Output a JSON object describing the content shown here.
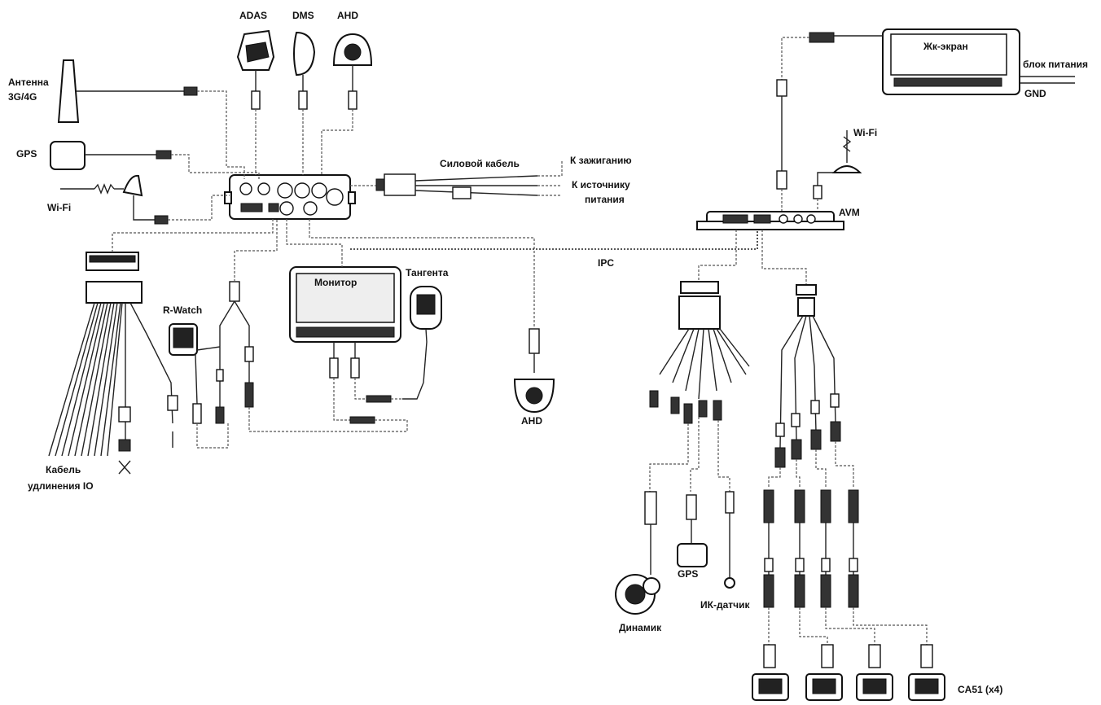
{
  "diagram": {
    "labels": {
      "adas": "ADAS",
      "dms": "DMS",
      "ahd_top": "AHD",
      "antenna_line1": "Антенна",
      "antenna_line2": "3G/4G",
      "gps_left": "GPS",
      "wifi_left": "Wi-Fi",
      "power_cable": "Силовой кабель",
      "to_ignition": "К зажиганию",
      "to_power_line1": "К источнику",
      "to_power_line2": "питания",
      "lcd": "Жк-экран",
      "power_unit": "блок питания",
      "gnd": "GND",
      "wifi_right": "Wi-Fi",
      "avm": "AVM",
      "ipc": "IPC",
      "monitor": "Монитор",
      "tangenta": "Тангента",
      "r_watch": "R-Watch",
      "ahd_bottom": "AHD",
      "io_cable_line1": "Кабель",
      "io_cable_line2": "удлинения IO",
      "gps_right": "GPS",
      "speaker": "Динамик",
      "ir_sensor": "ИК-датчик",
      "ca51": "CA51 (x4)"
    },
    "colors": {
      "line": "#222222",
      "dashed": "#555555",
      "text": "#111111"
    }
  }
}
